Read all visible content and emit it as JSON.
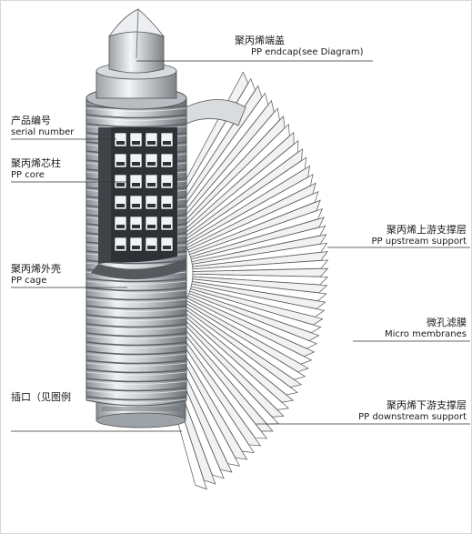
{
  "colors": {
    "metal_light": "#e6e8ea",
    "metal_dark": "#6f7479",
    "leader_line": "#333333",
    "pleat_fill": "#ffffff",
    "pleat_stroke": "#555555"
  },
  "callouts": {
    "endcap": {
      "zh": "聚丙烯端盖",
      "en": "PP endcap(see Diagram)"
    },
    "serial": {
      "zh": "产品编号",
      "en": "serial number"
    },
    "core": {
      "zh": "聚丙烯芯柱",
      "en": "PP core"
    },
    "upstream": {
      "zh": "聚丙烯上游支撑层",
      "en": "PP upstream support"
    },
    "cage": {
      "zh": "聚丙烯外壳",
      "en": "PP cage"
    },
    "membrane": {
      "zh": "微孔滤膜",
      "en": "Micro membranes"
    },
    "plug": {
      "zh": "插口（见图例",
      "en": ""
    },
    "downstream": {
      "zh": "聚丙烯下游支撑层",
      "en": "PP downstream support"
    }
  }
}
